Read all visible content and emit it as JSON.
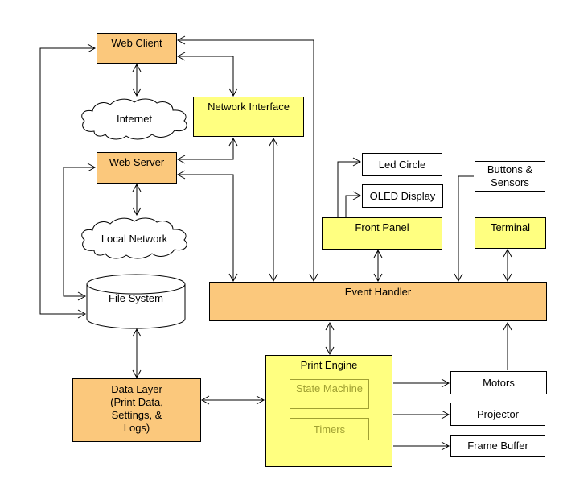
{
  "colors": {
    "orange": "#FBC87C",
    "yellow": "#FFFF80",
    "olive": "#A0A032",
    "line": "#000000"
  },
  "nodes": {
    "web_client": {
      "label": "Web Client"
    },
    "internet": {
      "label": "Internet"
    },
    "network_interface": {
      "label": "Network Interface"
    },
    "web_server": {
      "label": "Web Server"
    },
    "local_network": {
      "label": "Local Network"
    },
    "file_system": {
      "label": "File System"
    },
    "led_circle": {
      "label": "Led Circle"
    },
    "oled_display": {
      "label": "OLED Display"
    },
    "front_panel": {
      "label": "Front Panel"
    },
    "buttons_sensors": {
      "label": "Buttons &\nSensors"
    },
    "terminal": {
      "label": "Terminal"
    },
    "event_handler": {
      "label": "Event Handler"
    },
    "print_engine": {
      "label": "Print Engine"
    },
    "state_machine": {
      "label": "State Machine"
    },
    "timers": {
      "label": "Timers"
    },
    "data_layer": {
      "label": "Data Layer\n(Print Data,\nSettings, &\nLogs)"
    },
    "motors": {
      "label": "Motors"
    },
    "projector": {
      "label": "Projector"
    },
    "frame_buffer": {
      "label": "Frame Buffer"
    }
  },
  "edges": [
    {
      "from": "web_client",
      "to": "internet",
      "bidirectional": true
    },
    {
      "from": "web_client",
      "to": "network_interface",
      "bidirectional": true
    },
    {
      "from": "web_client",
      "to": "event_handler",
      "bidirectional": true
    },
    {
      "from": "file_system",
      "to": "web_client",
      "bidirectional": true
    },
    {
      "from": "file_system",
      "to": "web_server",
      "bidirectional": true
    },
    {
      "from": "file_system",
      "to": "data_layer",
      "bidirectional": true
    },
    {
      "from": "web_server",
      "to": "local_network",
      "bidirectional": true
    },
    {
      "from": "web_server",
      "to": "network_interface",
      "bidirectional": true
    },
    {
      "from": "web_server",
      "to": "event_handler",
      "bidirectional": true
    },
    {
      "from": "network_interface",
      "to": "event_handler",
      "bidirectional": true
    },
    {
      "from": "front_panel",
      "to": "led_circle",
      "bidirectional": false
    },
    {
      "from": "front_panel",
      "to": "oled_display",
      "bidirectional": false
    },
    {
      "from": "front_panel",
      "to": "event_handler",
      "bidirectional": true
    },
    {
      "from": "buttons_sensors",
      "to": "event_handler",
      "bidirectional": false
    },
    {
      "from": "terminal",
      "to": "event_handler",
      "bidirectional": true
    },
    {
      "from": "motors",
      "to": "event_handler",
      "bidirectional": false
    },
    {
      "from": "event_handler",
      "to": "print_engine",
      "bidirectional": true
    },
    {
      "from": "data_layer",
      "to": "print_engine",
      "bidirectional": true
    },
    {
      "from": "print_engine",
      "to": "motors",
      "bidirectional": false
    },
    {
      "from": "print_engine",
      "to": "projector",
      "bidirectional": false
    },
    {
      "from": "print_engine",
      "to": "frame_buffer",
      "bidirectional": false
    }
  ]
}
